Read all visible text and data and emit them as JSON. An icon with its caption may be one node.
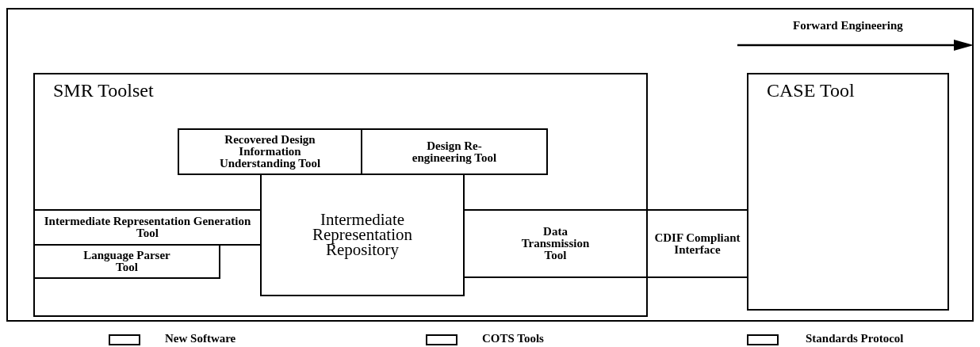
{
  "diagram": {
    "nodes": [
      {
        "text": [
          "SMR Toolset"
        ]
      },
      {
        "text": [
          "Recovered Design Information Understanding Tool"
        ],
        "in": 0
      },
      {
        "text": [
          "Design Re-engineering Tool"
        ],
        "in": 0
      },
      {
        "text": [
          "Intermediate Representation Repository"
        ],
        "in": 0
      },
      {
        "text": [
          "Intermediate Representation Generation Tool"
        ],
        "in": 0
      },
      {
        "text": [
          "Language Parser Tool"
        ],
        "in": 0
      },
      {
        "text": [
          "Data Transmission Tool"
        ],
        "in": 0
      },
      {
        "text": [
          "CDIF Compliant Interface"
        ]
      },
      {
        "text": [
          "CASE Tool"
        ]
      }
    ],
    "labels": [
      "Forward Engineering"
    ],
    "legend": [
      {
        "text": "New Software",
        "color": "#ffffff"
      },
      {
        "text": "COTS Tools",
        "color": "#ffffff"
      },
      {
        "text": "Standards Protocol",
        "color": "#ffffff"
      }
    ]
  }
}
